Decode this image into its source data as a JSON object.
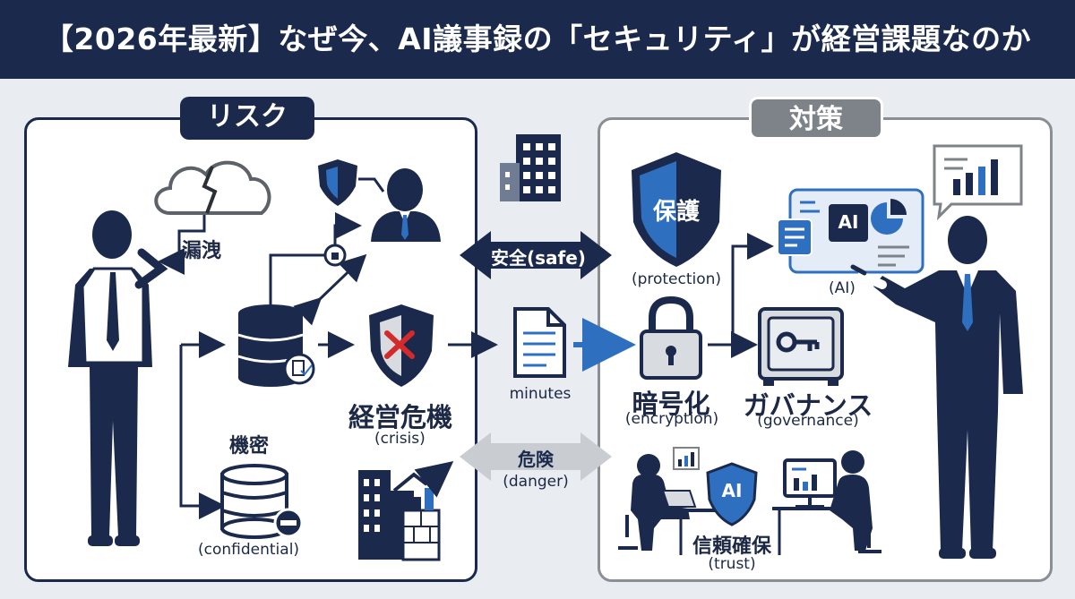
{
  "header": {
    "title": "【2026年最新】なぜ今、AI議事録の「セキュリティ」が経営課題なのか"
  },
  "risk_panel": {
    "title": "リスク"
  },
  "measure_panel": {
    "title": "対策"
  },
  "labels": {
    "leak": "漏洩",
    "confidential": "機密",
    "confidential_en": "(confidential)",
    "crisis": "経営危機",
    "crisis_en": "(crisis)",
    "safe": "安全(safe)",
    "minutes": "minutes",
    "danger": "危険",
    "danger_en": "(danger)",
    "protection_shield": "保護",
    "protection_en": "(protection)",
    "ai_badge": "AI",
    "ai_en": "(AI)",
    "encryption": "暗号化",
    "encryption_en": "(encryption)",
    "governance": "ガバナンス",
    "governance_en": "(governance)",
    "trust_badge": "AI",
    "trust": "信頼確保",
    "trust_en": "(trust)"
  },
  "colors": {
    "navy": "#1b2a4c",
    "accent_blue": "#2f6fc0",
    "grey": "#7d8389",
    "danger_red": "#d32b2b"
  }
}
